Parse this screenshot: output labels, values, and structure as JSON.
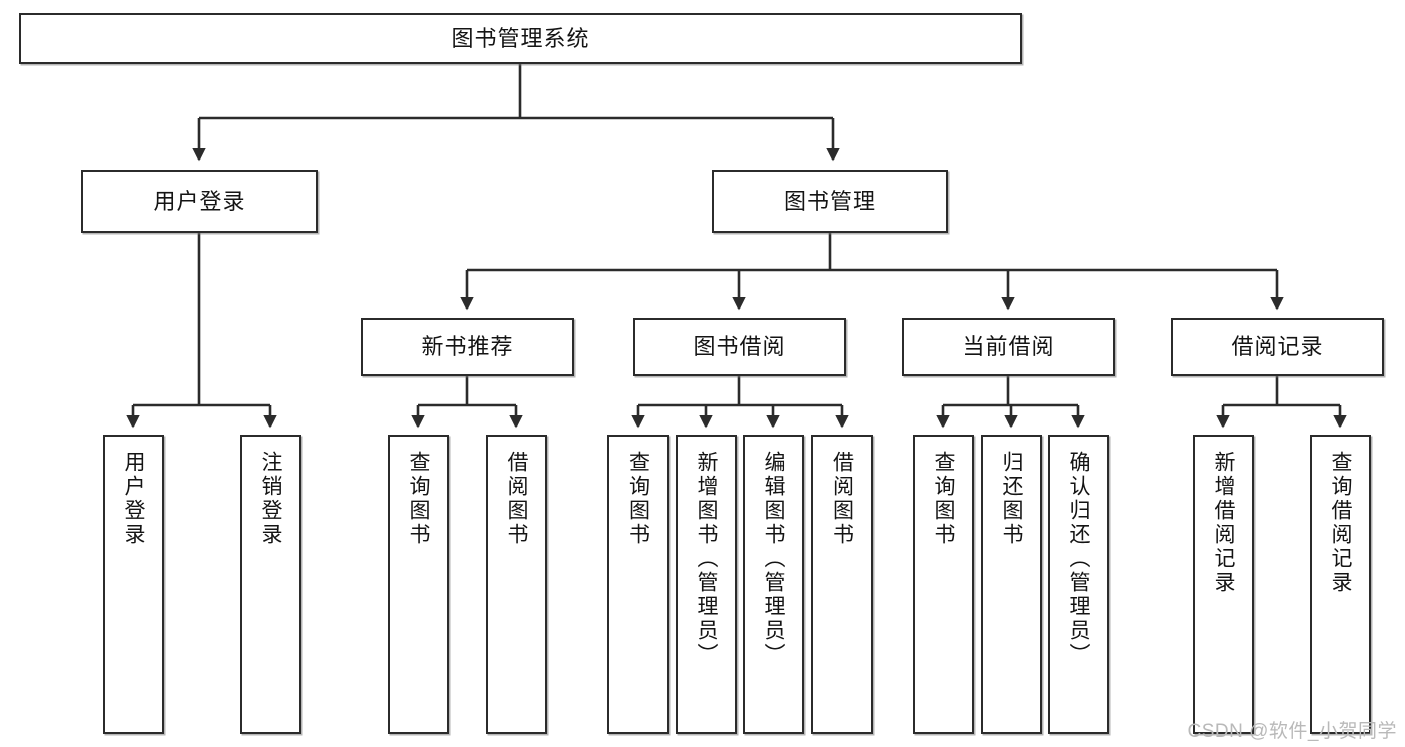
{
  "diagram": {
    "title": "图书管理系统",
    "type": "tree-hierarchy-chart",
    "orientation": "top-down",
    "colors": {
      "background": "#ffffff",
      "node_fill": "#ffffff",
      "node_border": "#2b2b2b",
      "edge": "#2b2b2b",
      "text": "#141414",
      "watermark": "#b9b9b9"
    }
  },
  "root": {
    "id": "root",
    "label": "图书管理系统"
  },
  "level1": [
    {
      "id": "user-login",
      "label": "用户登录"
    },
    {
      "id": "book-manage",
      "label": "图书管理"
    }
  ],
  "level2": [
    {
      "id": "new-book-recommend",
      "label": "新书推荐",
      "parent": "book-manage"
    },
    {
      "id": "book-borrow",
      "label": "图书借阅",
      "parent": "book-manage"
    },
    {
      "id": "current-borrow",
      "label": "当前借阅",
      "parent": "book-manage"
    },
    {
      "id": "borrow-record",
      "label": "借阅记录",
      "parent": "book-manage"
    }
  ],
  "leaves": [
    {
      "id": "leaf-user-login",
      "label": "用户登录",
      "parent": "user-login"
    },
    {
      "id": "leaf-user-logout",
      "label": "注销登录",
      "parent": "user-login"
    },
    {
      "id": "leaf-query-book-1",
      "label": "查询图书",
      "parent": "new-book-recommend"
    },
    {
      "id": "leaf-borrow-book-1",
      "label": "借阅图书",
      "parent": "new-book-recommend"
    },
    {
      "id": "leaf-query-book-2",
      "label": "查询图书",
      "parent": "book-borrow"
    },
    {
      "id": "leaf-add-book",
      "label": "新增图书（管理员）",
      "parent": "book-borrow"
    },
    {
      "id": "leaf-edit-book",
      "label": "编辑图书（管理员）",
      "parent": "book-borrow"
    },
    {
      "id": "leaf-borrow-book-2",
      "label": "借阅图书",
      "parent": "book-borrow"
    },
    {
      "id": "leaf-query-book-3",
      "label": "查询图书",
      "parent": "current-borrow"
    },
    {
      "id": "leaf-return-book",
      "label": "归还图书",
      "parent": "current-borrow"
    },
    {
      "id": "leaf-confirm-return",
      "label": "确认归还（管理员）",
      "parent": "current-borrow"
    },
    {
      "id": "leaf-add-record",
      "label": "新增借阅记录",
      "parent": "borrow-record"
    },
    {
      "id": "leaf-query-record",
      "label": "查询借阅记录",
      "parent": "borrow-record"
    }
  ],
  "watermark": {
    "text": "CSDN @软件_小贺同学"
  }
}
